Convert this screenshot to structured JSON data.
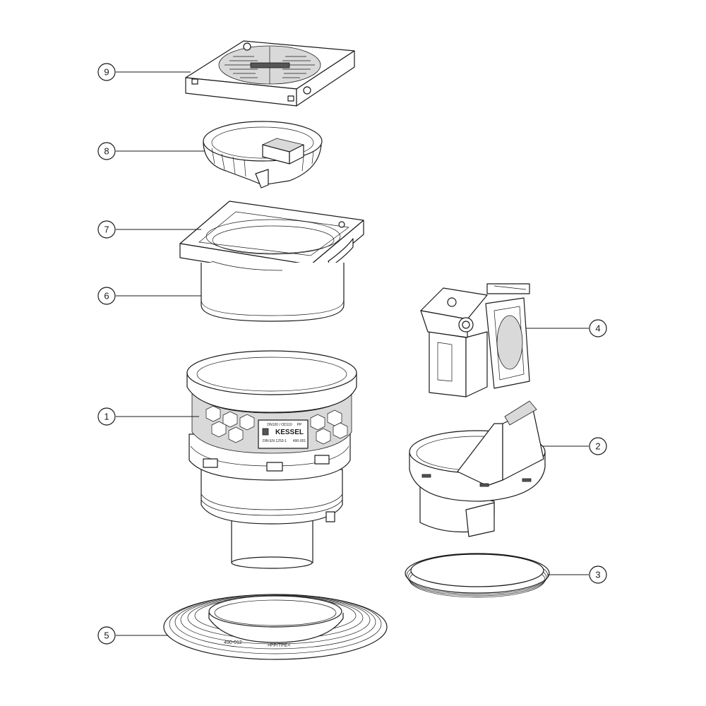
{
  "callouts": [
    {
      "id": "9",
      "label": "9"
    },
    {
      "id": "8",
      "label": "8"
    },
    {
      "id": "7",
      "label": "7"
    },
    {
      "id": "6",
      "label": "6"
    },
    {
      "id": "1",
      "label": "1"
    },
    {
      "id": "5",
      "label": "5"
    },
    {
      "id": "4",
      "label": "4"
    },
    {
      "id": "2",
      "label": "2"
    },
    {
      "id": "3",
      "label": "3"
    }
  ],
  "part_markings": {
    "brand": "KESSEL",
    "size": "DN100 / OD110",
    "standard": "DIN EN 1253-1",
    "code_body": "490-001",
    "material_body": "PP",
    "seal_code": "490-012",
    "seal_material": ">PP/TPE<"
  }
}
